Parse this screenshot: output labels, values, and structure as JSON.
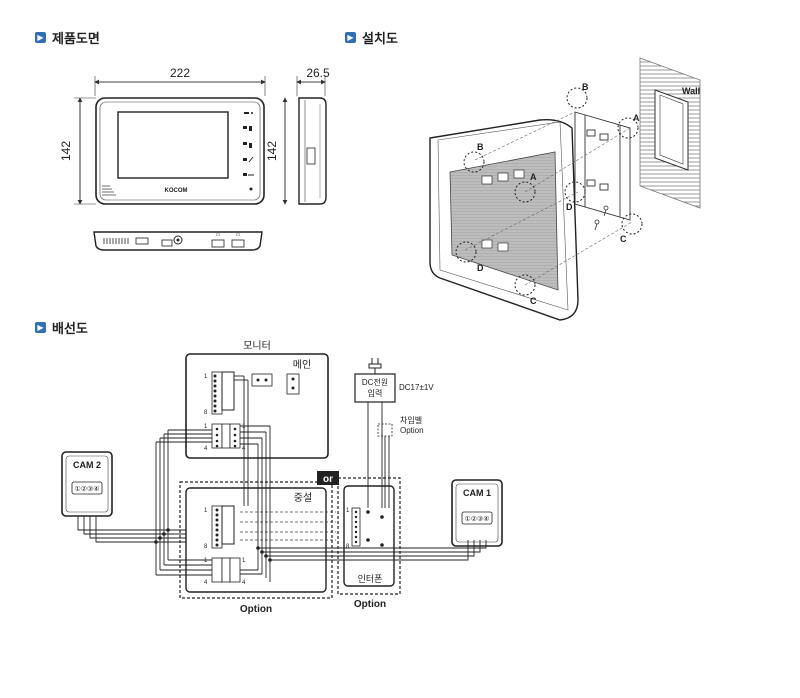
{
  "sections": {
    "product": "제품도면",
    "install": "설치도",
    "wiring": "배선도"
  },
  "dims": {
    "width": "222",
    "height": "142",
    "depth": "26.5",
    "height_side": "142"
  },
  "brand": "KOCOM",
  "install_labels": {
    "wall": "Wall",
    "a": "A",
    "b": "B",
    "c": "C",
    "d": "D"
  },
  "wiring": {
    "monitor": "모니터",
    "main": "메인",
    "dc_input_line1": "DC전원",
    "dc_input_line2": "입력",
    "dc_voltage": "DC17±1V",
    "chime_line1": "차임벨",
    "chime_line2": "Option",
    "cam2": "CAM 2",
    "cam1": "CAM 1",
    "cam_terminals": "①②③④",
    "or": "or",
    "relay": "중설",
    "interphone": "인터폰",
    "option_left": "Option",
    "option_right": "Option",
    "pin1": "1",
    "pin8": "8",
    "pin4": "4"
  }
}
